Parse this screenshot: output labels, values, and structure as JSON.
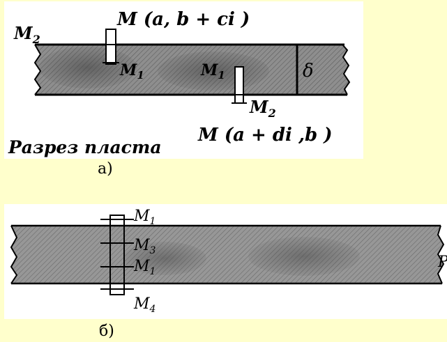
{
  "panel_a": {
    "section_label": "Разрез пласта",
    "point_top": "M (a, b + ci )",
    "point_bottom": "M (a + di ,b )",
    "label_m2_left": "M",
    "label_m2_left_sub": "2",
    "label_m1_left": "M",
    "label_m1_left_sub": "1",
    "label_m1_right": "M",
    "label_m1_right_sub": "1",
    "label_m2_bottom": "M",
    "label_m2_bottom_sub": "2",
    "thickness_symbol": "δ",
    "caption": "а)"
  },
  "panel_b": {
    "label_m1_top": "M",
    "label_m1_top_sub": "1",
    "label_m3": "M",
    "label_m3_sub": "3",
    "label_m1_mid": "M",
    "label_m1_mid_sub": "1",
    "label_m4": "M",
    "label_m4_sub": "4",
    "label_p": "P",
    "caption": "б)"
  },
  "colors": {
    "background": "#ffffcc",
    "panel": "#ffffff",
    "layer_fill": "#8a8a8a",
    "ink": "#000000"
  }
}
